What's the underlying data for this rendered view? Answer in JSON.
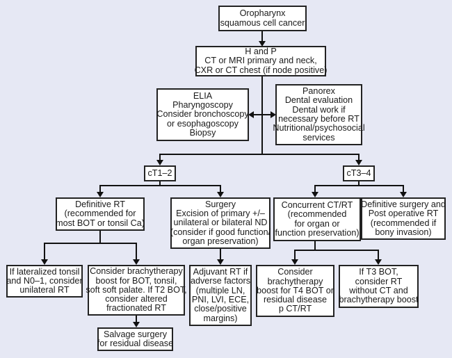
{
  "diagram": {
    "type": "flowchart",
    "nodes": {
      "root": {
        "lines": [
          "Oropharynx",
          "squamous cell cancer"
        ]
      },
      "workup": {
        "lines": [
          "H and P",
          "CT or MRI primary and neck,",
          "CXR or CT chest (if node positive)"
        ]
      },
      "elia": {
        "lines": [
          "ELIA",
          "Pharyngoscopy",
          "Consider bronchoscopy",
          "or esophagoscopy",
          "Biopsy"
        ]
      },
      "panorex": {
        "lines": [
          "Panorex",
          "Dental evaluation",
          "Dental work if",
          "necessary before RT",
          "Nutritional/psychosocial",
          "services"
        ]
      },
      "ct12": {
        "lines": [
          "cT1–2"
        ]
      },
      "ct34": {
        "lines": [
          "cT3–4"
        ]
      },
      "definitive_rt": {
        "lines": [
          "Definitive RT",
          "(recommended for",
          "most BOT or tonsil Ca)"
        ]
      },
      "surgery": {
        "lines": [
          "Surgery",
          "Excision of primary +/–",
          "unilateral or bilateral ND",
          "(consider if good function/",
          "organ preservation)"
        ]
      },
      "concurrent": {
        "lines": [
          "Concurrent CT/RT",
          "(recommended",
          "for organ or",
          "function preservation)"
        ]
      },
      "def_surgery": {
        "lines": [
          "Definitive surgery and",
          "Post operative RT",
          "(recommended if",
          "bony invasion)"
        ]
      },
      "lateralized": {
        "lines": [
          "If lateralized tonsil",
          "and N0–1, consider",
          "unilateral RT"
        ]
      },
      "brachy_t2": {
        "lines": [
          "Consider brachytherapy",
          "boost for BOT, tonsil,",
          "soft soft palate. If T2 BOT,",
          "consider altered",
          "fractionated RT"
        ]
      },
      "adjuvant": {
        "lines": [
          "Adjuvant RT if",
          "adverse factors",
          "(multiple LN,",
          "PNI, LVI, ECE,",
          "close/positive",
          "margins)"
        ]
      },
      "brachy_t4": {
        "lines": [
          "Consider",
          "brachytherapy",
          "boost for T4 BOT or",
          "residual disease",
          "p CT/RT"
        ]
      },
      "t3bot": {
        "lines": [
          "If T3 BOT,",
          "consider RT",
          "without CT and",
          "brachytherapy boost"
        ]
      },
      "salvage": {
        "lines": [
          "Salvage surgery",
          "for residual disease"
        ]
      }
    },
    "edges": [
      [
        "root",
        "workup"
      ],
      [
        "workup",
        "elia",
        "bidirectional"
      ],
      [
        "workup",
        "panorex",
        "bidirectional"
      ],
      [
        "workup",
        "ct12"
      ],
      [
        "workup",
        "ct34"
      ],
      [
        "ct12",
        "definitive_rt"
      ],
      [
        "ct12",
        "surgery"
      ],
      [
        "ct34",
        "concurrent"
      ],
      [
        "ct34",
        "def_surgery"
      ],
      [
        "definitive_rt",
        "lateralized"
      ],
      [
        "definitive_rt",
        "brachy_t2"
      ],
      [
        "brachy_t2",
        "salvage"
      ],
      [
        "surgery",
        "adjuvant"
      ],
      [
        "concurrent",
        "brachy_t4"
      ],
      [
        "concurrent",
        "t3bot"
      ]
    ]
  },
  "colors": {
    "background": "#e6e8f4",
    "box_fill": "#ffffff",
    "stroke": "#222222"
  }
}
